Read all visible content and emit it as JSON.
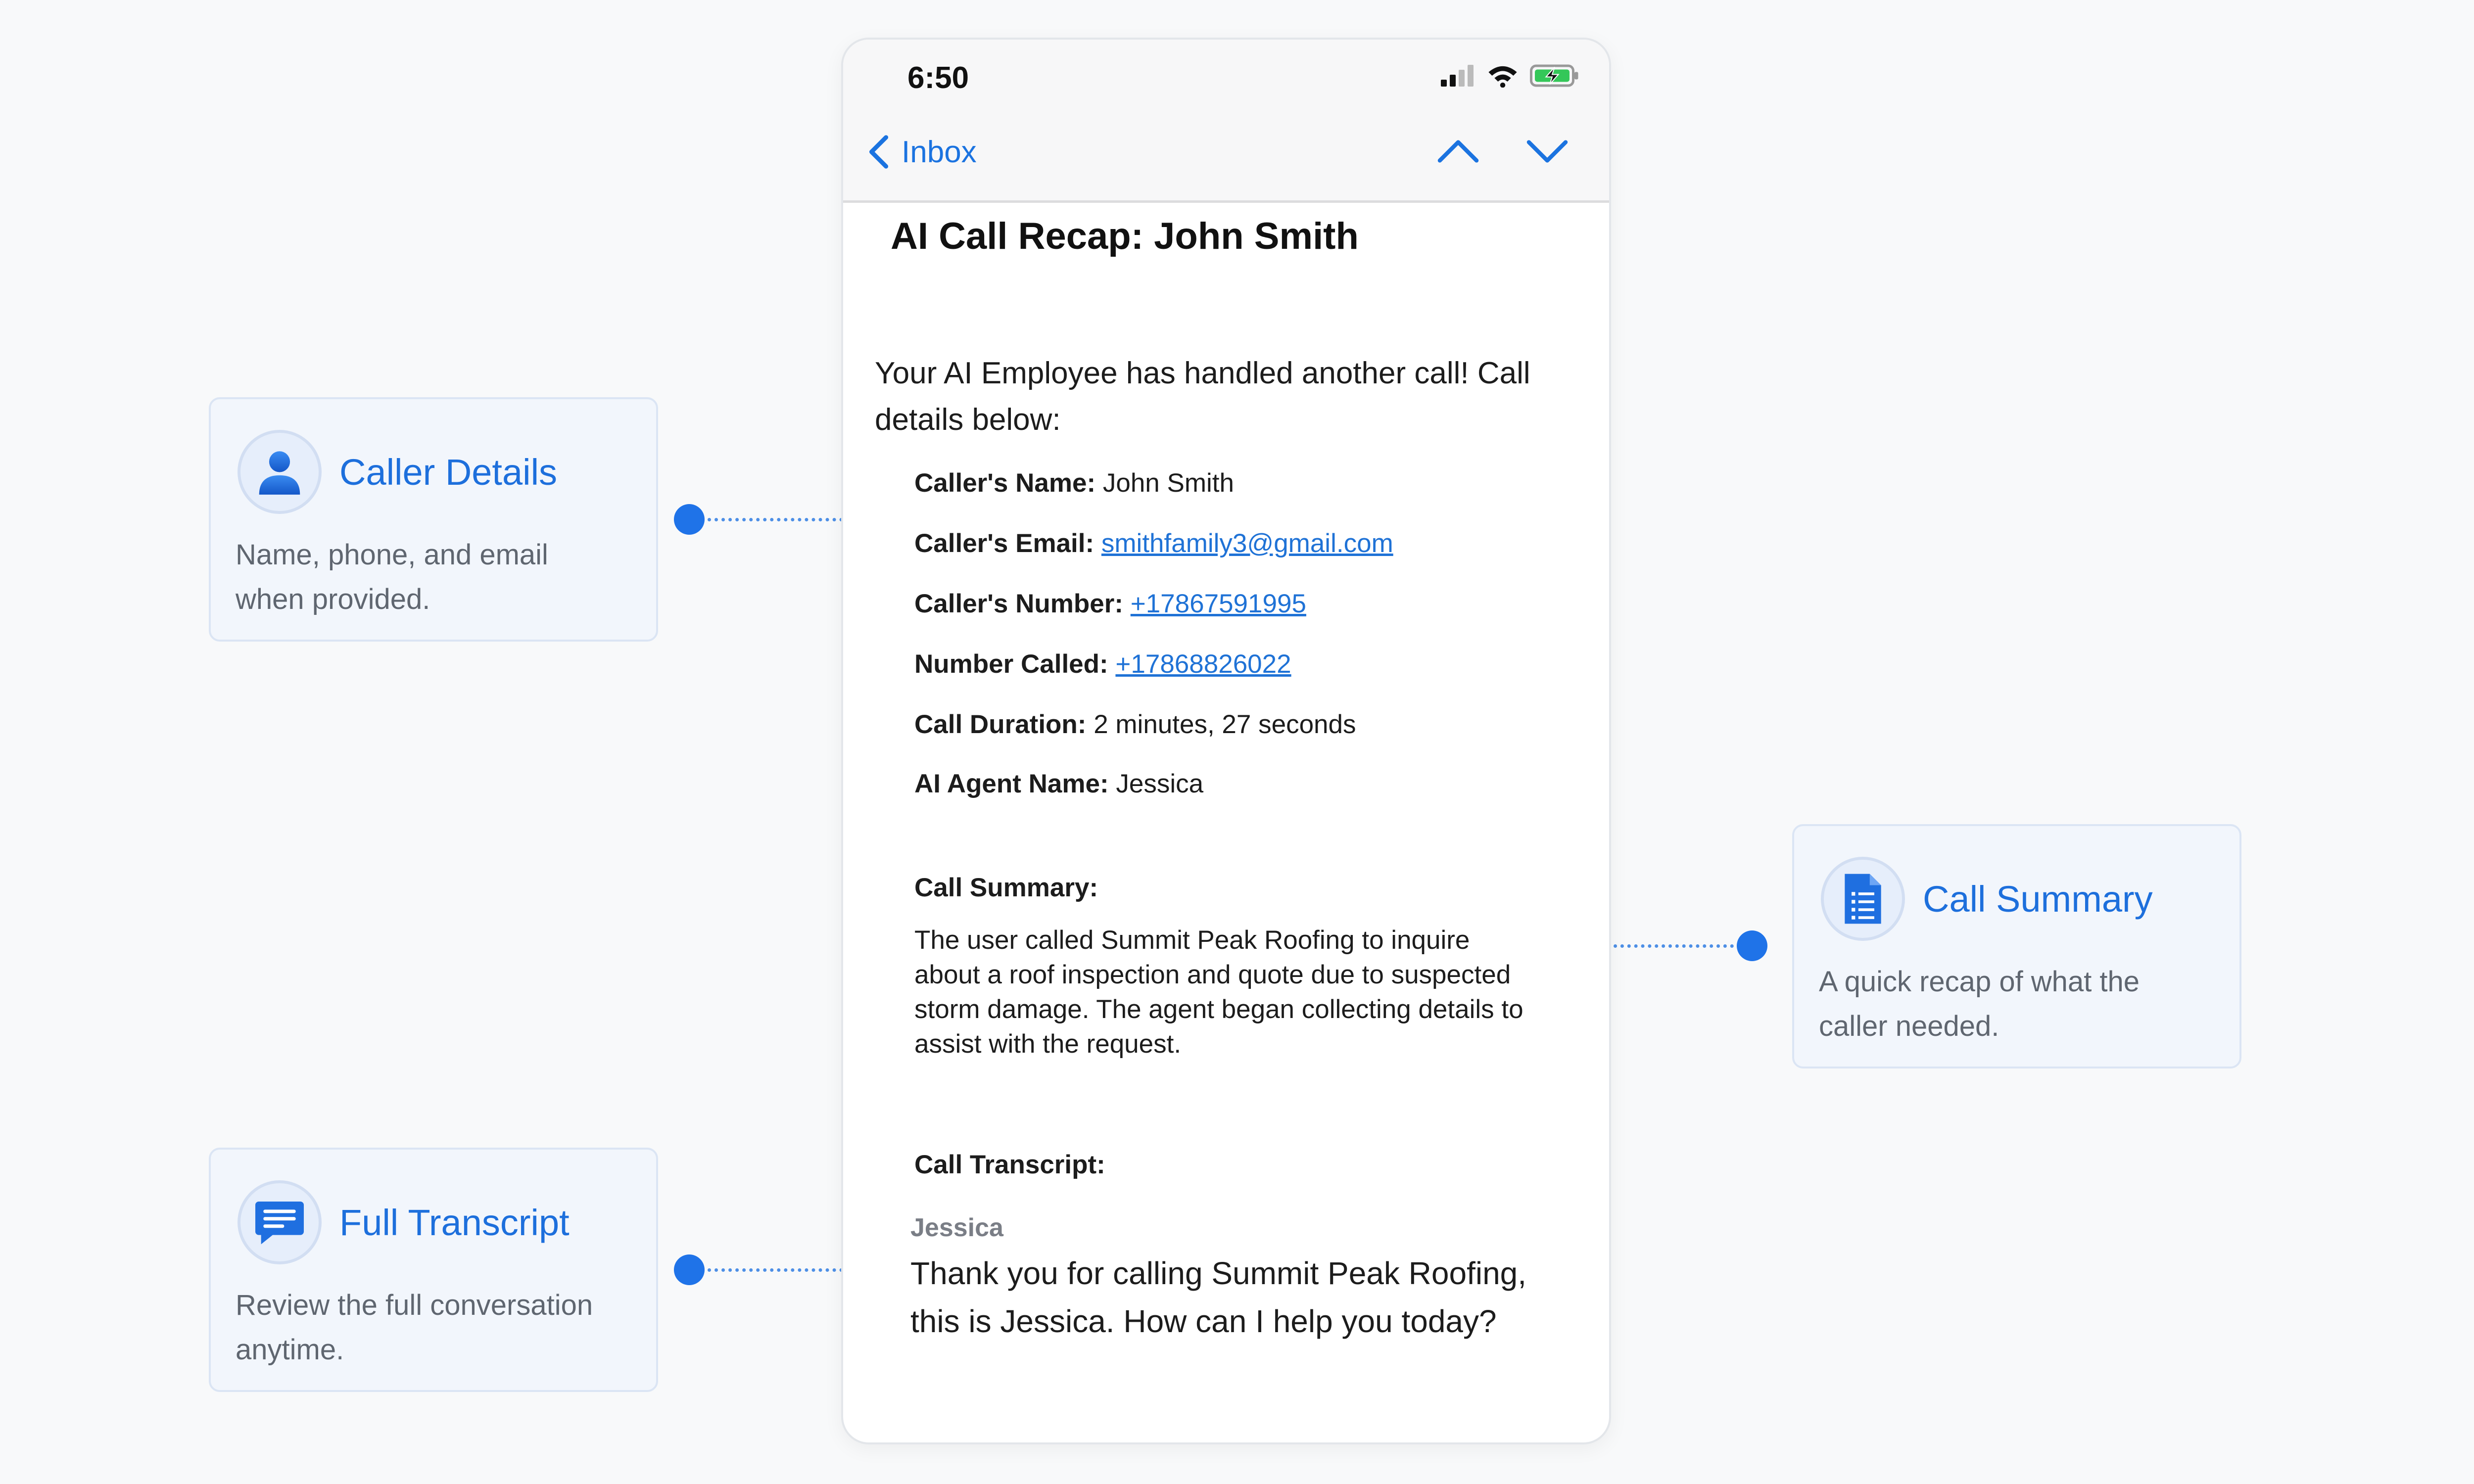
{
  "callouts": {
    "caller_details": {
      "title": "Caller Details",
      "description": "Name, phone, and email when provided.",
      "icon": "user-icon"
    },
    "call_summary": {
      "title": "Call Summary",
      "description": "A quick recap of what the caller needed.",
      "icon": "document-icon"
    },
    "full_transcript": {
      "title": "Full Transcript",
      "description": "Review the full conversation anytime.",
      "icon": "chat-message-icon"
    }
  },
  "phone": {
    "status_bar": {
      "time": "6:50"
    },
    "nav": {
      "back_label": "Inbox"
    },
    "email": {
      "subject": "AI Call Recap: John Smith",
      "intro": "Your AI Employee has handled another call! Call details below:",
      "details": [
        {
          "label": "Caller's Name:",
          "value": "John Smith",
          "link": false
        },
        {
          "label": "Caller's Email:",
          "value": "smithfamily3@gmail.com",
          "link": true
        },
        {
          "label": "Caller's Number:",
          "value": "+17867591995",
          "link": true
        },
        {
          "label": "Number Called:",
          "value": "+17868826022",
          "link": true
        },
        {
          "label": "Call Duration:",
          "value": "2 minutes, 27 seconds",
          "link": false
        },
        {
          "label": "AI Agent Name:",
          "value": "Jessica",
          "link": false
        }
      ],
      "summary_label": "Call Summary:",
      "summary_text": "The user called Summit Peak Roofing to inquire about a roof inspection and quote due to suspected storm damage. The agent began collecting details to assist with the request.",
      "transcript_label": "Call Transcript:",
      "transcript": {
        "speaker": "Jessica",
        "text": "Thank you for calling Summit Peak Roofing, this is Jessica. How can I help you today?"
      }
    }
  },
  "colors": {
    "accent": "#1d6fdc",
    "link": "#1f72d6",
    "card_bg": "#f2f6fc",
    "connector": "#1f73e8"
  }
}
